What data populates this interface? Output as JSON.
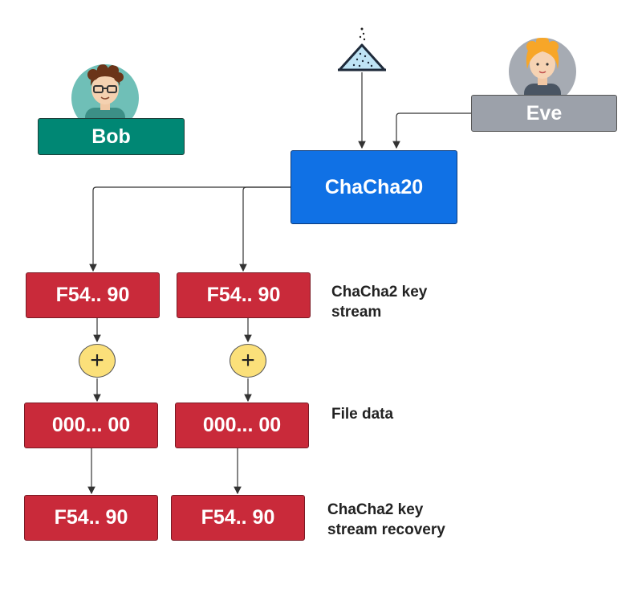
{
  "actors": {
    "bob": "Bob",
    "eve": "Eve"
  },
  "cipher": "ChaCha20",
  "icons": {
    "bob_avatar": "man-avatar-icon",
    "eve_avatar": "woman-avatar-icon",
    "entropy": "funnel-icon",
    "xor": "plus-icon"
  },
  "xor_symbol": "+",
  "columns": [
    {
      "keystream": "F54.. 90",
      "filedata": "000... 00",
      "recovery": "F54.. 90"
    },
    {
      "keystream": "F54.. 90",
      "filedata": "000... 00",
      "recovery": "F54.. 90"
    }
  ],
  "row_labels": {
    "keystream": [
      "ChaCha2 key",
      "stream"
    ],
    "filedata": [
      "File data"
    ],
    "recovery": [
      "ChaCha2 key",
      "stream recovery"
    ]
  },
  "colors": {
    "bob": "#008774",
    "eve": "#9ca1aa",
    "cipher": "#1071e5",
    "block": "#c92a3a",
    "xor": "#fbe07a"
  }
}
